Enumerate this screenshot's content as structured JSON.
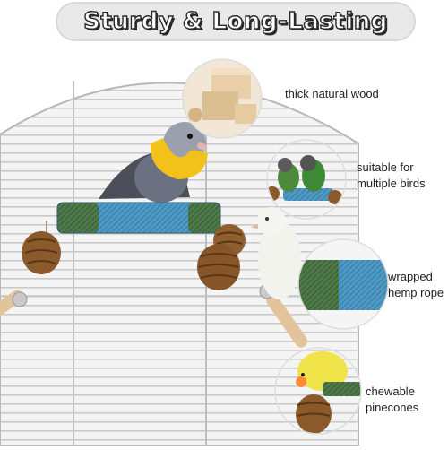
{
  "title": "Sturdy & Long-Lasting",
  "features": [
    {
      "line1": "thick natural wood",
      "line2": "",
      "icon": "wood-blocks-icon"
    },
    {
      "line1": "suitable for",
      "line2": "multiple birds",
      "icon": "two-birds-icon"
    },
    {
      "line1": "wrapped",
      "line2": "hemp rope",
      "icon": "hemp-rope-icon"
    },
    {
      "line1": "chewable",
      "line2": "pinecones",
      "icon": "pinecone-icon"
    }
  ],
  "colors": {
    "title_bg": "#e9e9e9",
    "rope_blue": "#4f9ac4",
    "rope_green": "#4e7a4a",
    "wood": "#e2c49a",
    "pinecone": "#8a5a2a"
  }
}
